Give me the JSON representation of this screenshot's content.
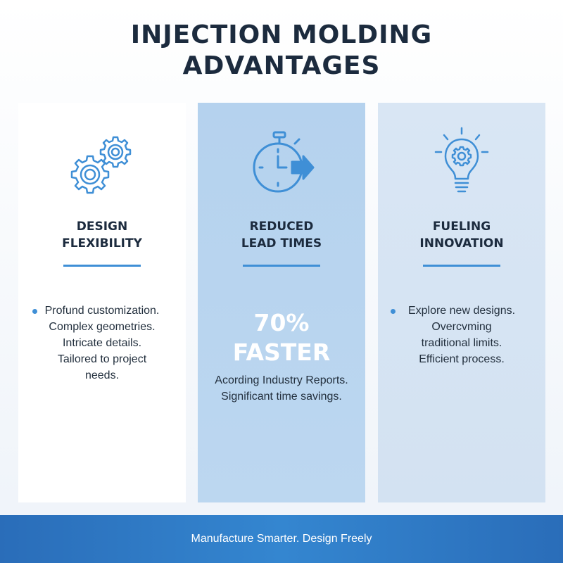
{
  "title": {
    "line1": "INJECTION MOLDING",
    "line2": "ADVANTAGES"
  },
  "colors": {
    "accent": "#3f8fd6",
    "title_text": "#1c2b3e",
    "footer_bg": "#2a6db9"
  },
  "cards": [
    {
      "icon": "gears-icon",
      "title_line1": "DESIGN",
      "title_line2": "FLEXIBILITY",
      "bullets": [
        "Profund customization.",
        "Complex geometries.",
        "Intricate details.",
        "Tailored to project",
        "needs."
      ]
    },
    {
      "icon": "stopwatch-arrow-icon",
      "title_line1": "REDUCED",
      "title_line2": "LEAD TIMES",
      "stat_line1": "70%",
      "stat_line2": "FASTER",
      "notes": [
        "Acording Industry Reports.",
        "Significant time savings."
      ]
    },
    {
      "icon": "lightbulb-gear-icon",
      "title_line1": "FUELING",
      "title_line2": "INNOVATION",
      "bullets": [
        "Explore new designs.",
        "Overcvming",
        "traditional limits.",
        "Efficient process."
      ]
    }
  ],
  "footer": {
    "text": "Manufacture Smarter. Design Freely"
  }
}
